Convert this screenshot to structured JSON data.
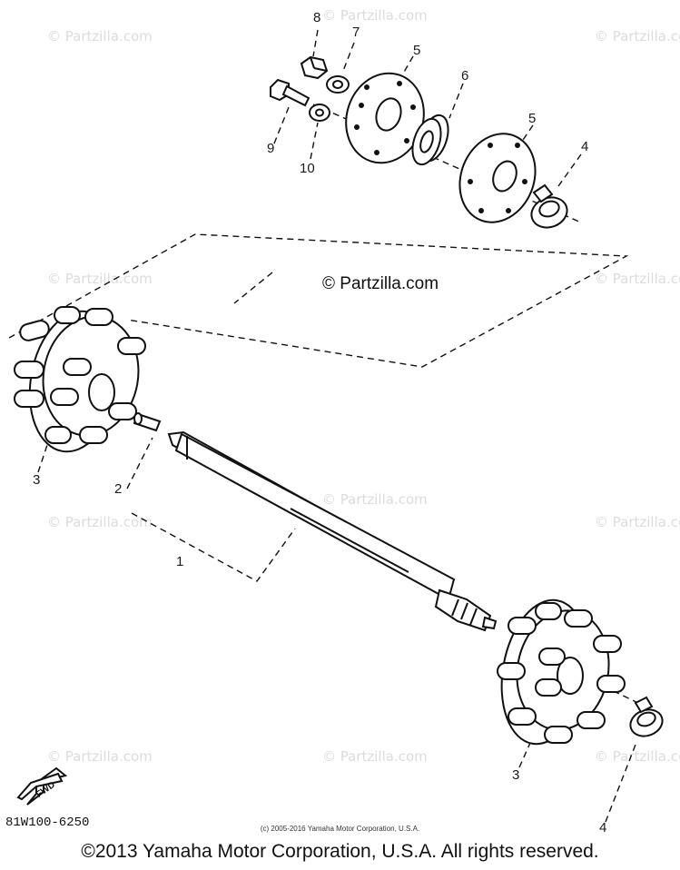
{
  "diagram": {
    "watermark_text": "© Partzilla.com",
    "center_watermark": "© Partzilla.com",
    "callouts": {
      "c1": "1",
      "c2": "2",
      "c3a": "3",
      "c3b": "3",
      "c4a": "4",
      "c4b": "4",
      "c5a": "5",
      "c5b": "5",
      "c6": "6",
      "c7": "7",
      "c8": "8",
      "c9": "9",
      "c10": "10"
    },
    "fwd_label": "FWD",
    "part_code": "81W100-6250"
  },
  "footer": {
    "small_copyright": "(c) 2005-2016 Yamaha Motor Corporation, U.S.A.",
    "copyright": "©2013 Yamaha Motor Corporation, U.S.A. All rights reserved."
  }
}
